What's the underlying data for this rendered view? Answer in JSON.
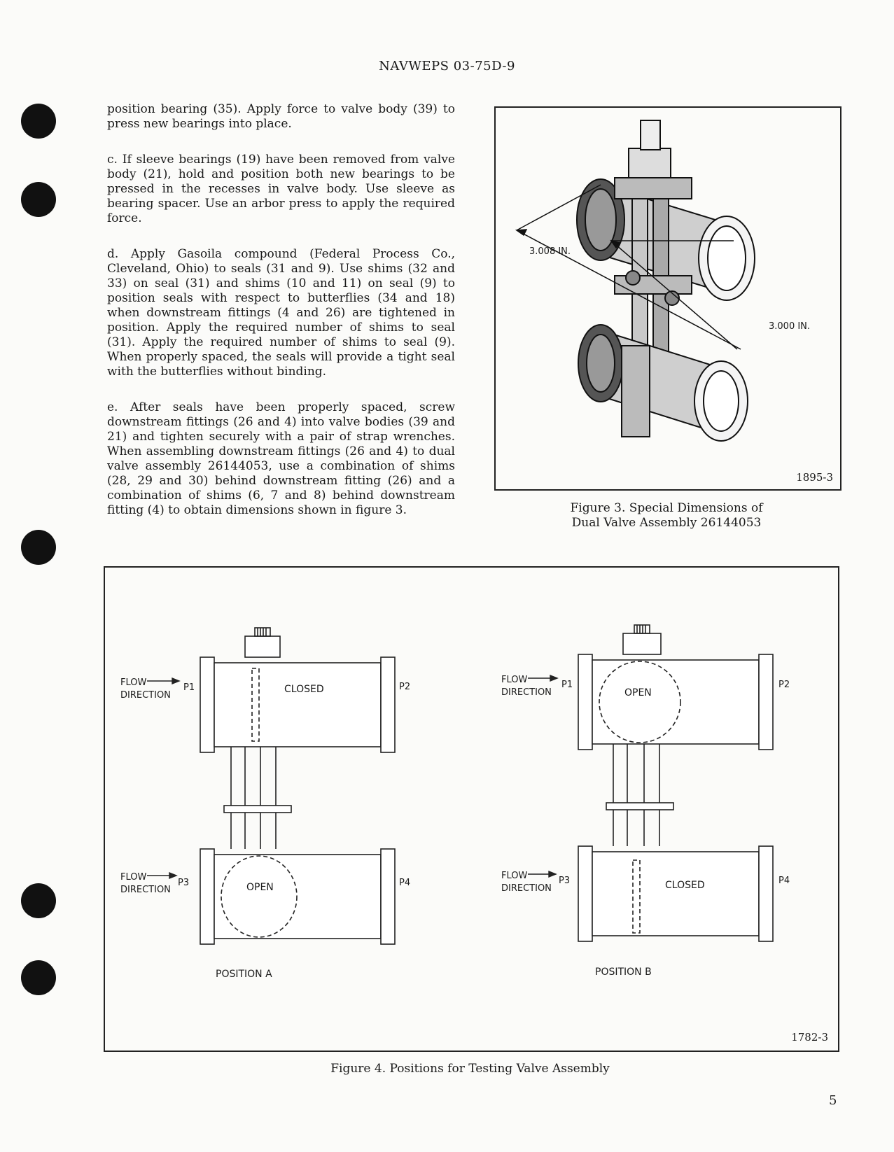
{
  "header": {
    "doc_number": "NAVWEPS 03-75D-9"
  },
  "left_column": {
    "paragraphs": [
      "position bearing (35). Apply force to valve body (39) to press new bearings into place.",
      "c. If sleeve bearings (19) have been removed from valve body (21), hold and position both new bearings to be pressed in the recesses in valve body. Use sleeve as bearing spacer. Use an arbor press to apply the required force.",
      "d. Apply Gasoila compound (Federal Process Co., Cleveland, Ohio) to seals (31 and 9). Use shims (32 and 33) on seal (31) and shims (10 and 11) on seal (9) to position seals with respect to butterflies (34 and 18) when downstream fittings (4 and 26) are tightened in position. Apply the required number of shims to seal (31). Apply the required number of shims to seal (9). When properly spaced, the seals will provide a tight seal with the butterflies without binding.",
      "e. After seals have been properly spaced, screw downstream fittings (26 and 4) into valve bodies (39 and 21) and tighten securely with a pair of strap wrenches. When assembling downstream fittings (26 and 4) to dual valve assembly 26144053, use a combination of shims (28, 29 and 30) behind downstream fitting (26) and a combination of shims (6, 7 and 8) behind downstream fitting (4) to obtain dimensions shown in figure 3."
    ]
  },
  "figure3": {
    "dim_upper": "3.008 IN.",
    "dim_lower": "3.000 IN.",
    "code": "1895-3",
    "caption_line1": "Figure 3. Special Dimensions of",
    "caption_line2": "Dual Valve Assembly 26144053"
  },
  "figure4": {
    "flow_label": "FLOW",
    "direction_label": "DIRECTION",
    "ports": {
      "p1": "P1",
      "p2": "P2",
      "p3": "P3",
      "p4": "P4"
    },
    "closed": "CLOSED",
    "open": "OPEN",
    "position_a": "POSITION A",
    "position_b": "POSITION B",
    "code": "1782-3",
    "caption": "Figure 4. Positions for Testing Valve Assembly"
  },
  "page_number": "5"
}
